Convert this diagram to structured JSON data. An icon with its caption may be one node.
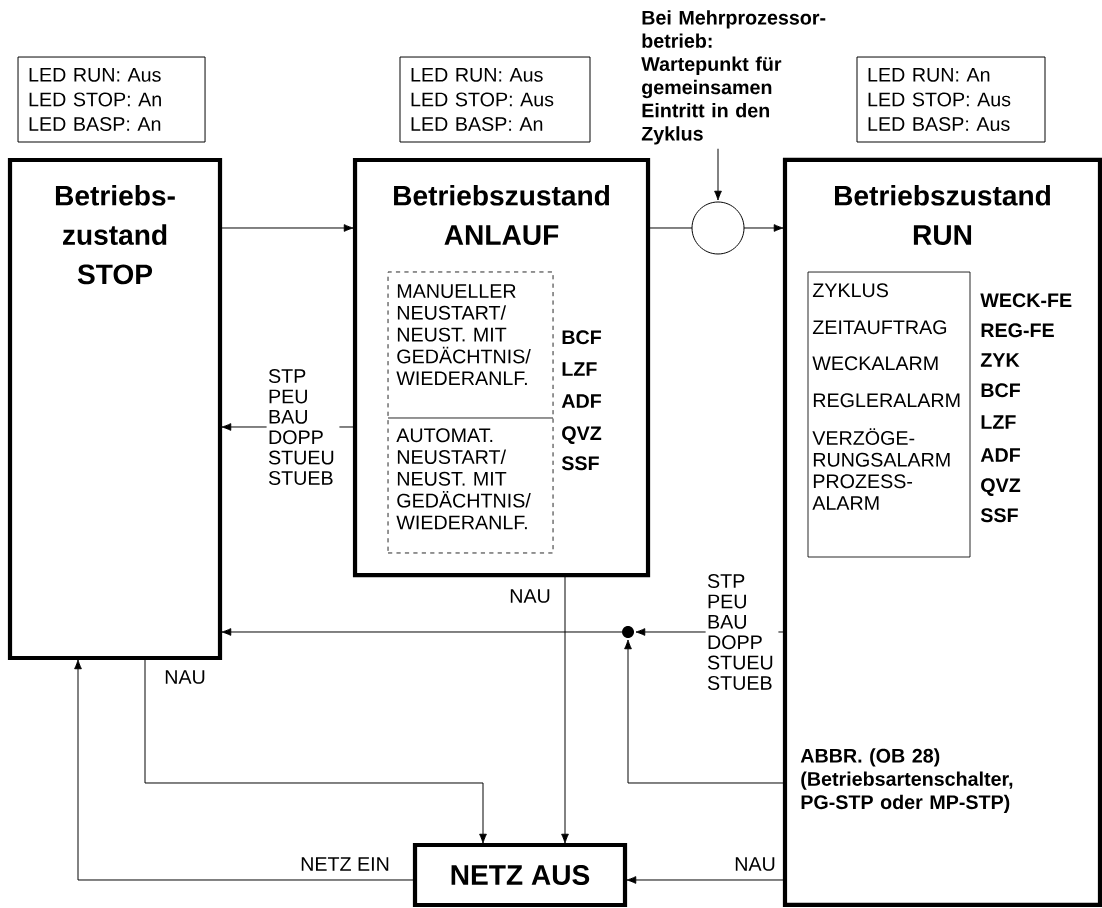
{
  "diagram": {
    "nodes": [
      {
        "text": [
          "LED RUN:  Aus",
          "LED STOP: An",
          "LED BASP: An"
        ]
      },
      {
        "text": [
          "Betriebs- zustand STOP"
        ]
      },
      {
        "text": [
          "LED RUN:  Aus",
          "LED STOP: Aus",
          "LED BASP: An"
        ]
      },
      {
        "text": [
          "Betriebszustand ANLAUF"
        ]
      },
      {
        "text": [
          "MANUELLER NEUSTART/ NEUST. MIT GEDÄCHTNIS/ WIEDERANLF.",
          "AUTOMAT. NEUSTART/ NEUST. MIT GEDÄCHTNIS/ WIEDERANLF."
        ],
        "in": 3,
        "beside": [
          "BCF",
          "LZF",
          "ADF",
          "QVZ",
          "SSF"
        ]
      },
      {
        "text": [
          "Bei Mehrprozessor- betrieb: Wartepunkt für gemeinsamen Eintritt in den Zyklus"
        ]
      },
      {
        "text": [],
        "shape": "circle"
      },
      {
        "text": [
          "LED RUN:  An",
          "LED STOP: Aus",
          "LED BASP: Aus"
        ]
      },
      {
        "text": [
          "Betriebszustand RUN",
          "ABBR. (OB 28) (Betriebsartenschalter, PG-STP oder MP-STP)"
        ]
      },
      {
        "text": [
          "ZYKLUS",
          "ZEITAUFTRAG",
          "WECKALARM",
          "REGLERALARM",
          "VERZÖGE- RUNGSALARM",
          "PROZESS- ALARM"
        ],
        "in": 8,
        "beside": [
          "WECK-FE",
          "REG-FE",
          "ZYK",
          "BCF",
          "LZF",
          "ADF",
          "QVZ",
          "SSF"
        ]
      },
      {
        "text": [],
        "shape": "circle"
      },
      {
        "text": [
          "NETZ AUS"
        ]
      }
    ],
    "edges": [
      {
        "from": 1,
        "to": 3,
        "arrow": "to"
      },
      {
        "from": 3,
        "to": 6,
        "arrow": "none"
      },
      {
        "from": 6,
        "to": 8,
        "arrow": "to"
      },
      {
        "from": 5,
        "to": 6,
        "arrow": "to"
      },
      {
        "from": 3,
        "to": 1,
        "arrow": "to",
        "label": "STP PEU BAU DOPP STUEU STUEB"
      },
      {
        "from": 8,
        "to": 10,
        "arrow": "to",
        "label": "STP PEU BAU DOPP STUEU STUEB"
      },
      {
        "from": 10,
        "to": 1,
        "arrow": "to"
      },
      {
        "from": 8,
        "to": 10,
        "arrow": "to"
      },
      {
        "from": 3,
        "to": 11,
        "arrow": "to",
        "label": "NAU"
      },
      {
        "from": 1,
        "to": 11,
        "arrow": "to",
        "label": "NAU"
      },
      {
        "from": 11,
        "to": 1,
        "arrow": "to",
        "label": "NETZ EIN"
      },
      {
        "from": 8,
        "to": 11,
        "arrow": "to",
        "label": "NAU"
      }
    ]
  }
}
